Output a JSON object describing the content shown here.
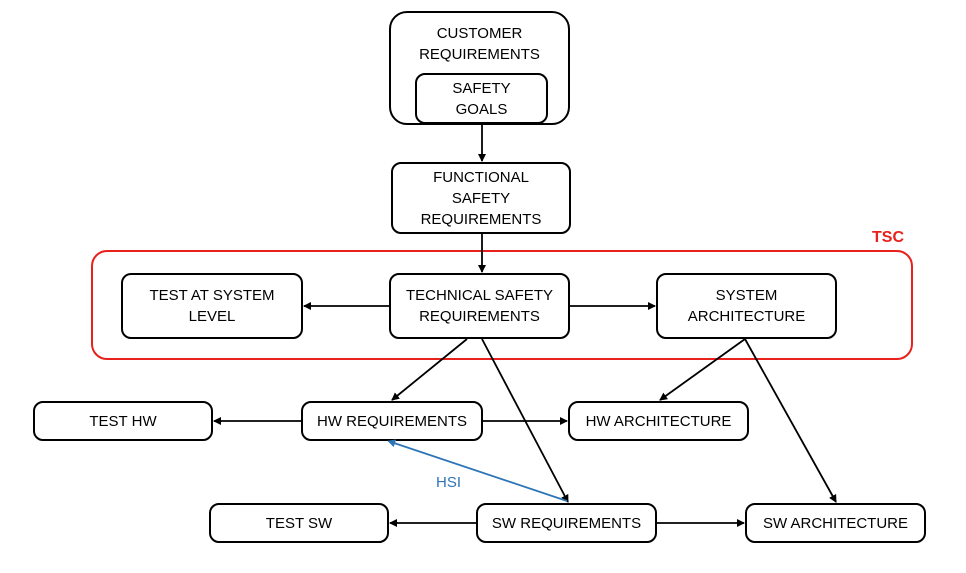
{
  "diagram": {
    "group": {
      "label": "TSC"
    },
    "nodes": {
      "customer_requirements": "CUSTOMER\nREQUIREMENTS",
      "safety_goals": "SAFETY\nGOALS",
      "functional_safety_requirements": "FUNCTIONAL\nSAFETY\nREQUIREMENTS",
      "technical_safety_requirements": "TECHNICAL SAFETY\nREQUIREMENTS",
      "test_at_system_level": "TEST AT SYSTEM\nLEVEL",
      "system_architecture": "SYSTEM\nARCHITECTURE",
      "hw_requirements": "HW REQUIREMENTS",
      "test_hw": "TEST HW",
      "hw_architecture": "HW ARCHITECTURE",
      "sw_requirements": "SW REQUIREMENTS",
      "test_sw": "TEST SW",
      "sw_architecture": "SW ARCHITECTURE"
    },
    "edge_labels": {
      "hsi": "HSI"
    },
    "colors": {
      "group_border": "#e8211c",
      "hsi_edge": "#2e75b6",
      "edge": "#000000"
    }
  }
}
